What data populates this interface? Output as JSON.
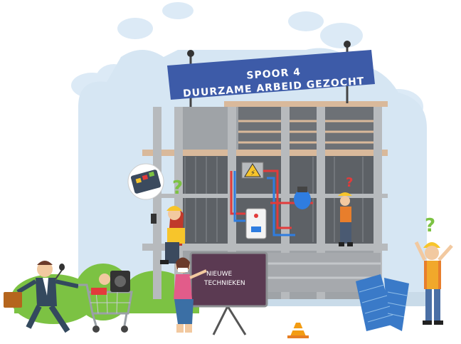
{
  "banner": {
    "line1": "SPOOR 4",
    "line2": "DUURZAME ARBEID GEZOCHT"
  },
  "board": {
    "line1": "NIEUWE",
    "line2": "TECHNIEKEN"
  },
  "colors": {
    "banner_blue": "#3d5ba8",
    "board_purple": "#5b3a52",
    "sky_blue": "#d8e8f5",
    "bush_green": "#7cc243",
    "helmet_yellow": "#f7c52b",
    "concrete_gray": "#8a8d90",
    "scaffold_tan": "#d9b99b",
    "solar_blue": "#3a7ac8"
  },
  "icons": [
    "question-mark-icon",
    "warning-triangle-icon",
    "traffic-cone-icon",
    "shopping-cart-icon",
    "solar-panel-icon",
    "tablet-icon"
  ]
}
